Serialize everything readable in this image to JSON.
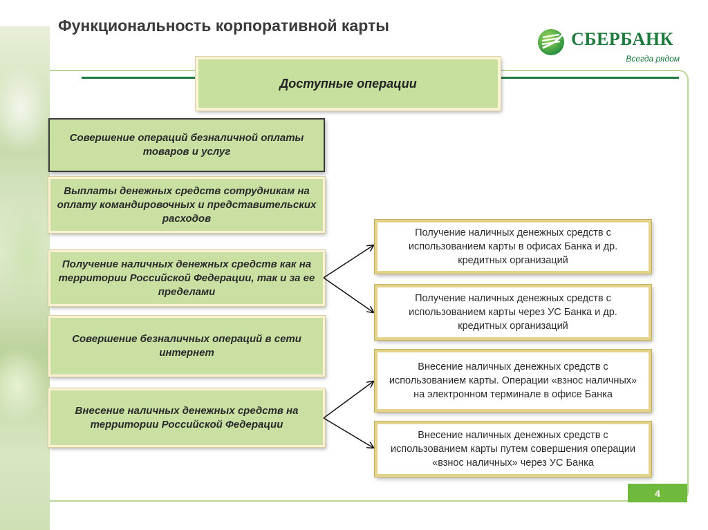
{
  "slide": {
    "title": "Функциональность корпоративной карты",
    "page_number": "4"
  },
  "logo": {
    "name": "СБЕРБАНК",
    "slogan": "Всегда рядом",
    "color": "#1d7a3c"
  },
  "diagram": {
    "header": "Доступные операции",
    "left_items": [
      "Совершение операций безналичной оплаты товаров и услуг",
      "Выплаты денежных средств сотрудникам на оплату командировочных и представительских расходов",
      "Получение наличных денежных средств как на территории Российской Федерации, так и за ее пределами",
      "Совершение безналичных операций в сети интернет",
      "Внесение наличных денежных средств на территории Российской Федерации"
    ],
    "right_items": [
      "Получение наличных денежных средств с использованием карты в офисах Банка и др. кредитных организаций",
      "Получение наличных денежных средств с использованием карты через УС Банка и др. кредитных организаций",
      "Внесение наличных денежных средств с использованием карты. Операции «взнос наличных» на электронном терминале в офисе Банка",
      "Внесение наличных денежных средств с использованием карты путем совершения операции «взнос наличных» через УС Банка"
    ],
    "colors": {
      "left_fill": "#c9e0a2",
      "right_border": "#e4d38a",
      "accent_line": "#1c7a3a",
      "page_badge": "#6fba3c"
    }
  }
}
